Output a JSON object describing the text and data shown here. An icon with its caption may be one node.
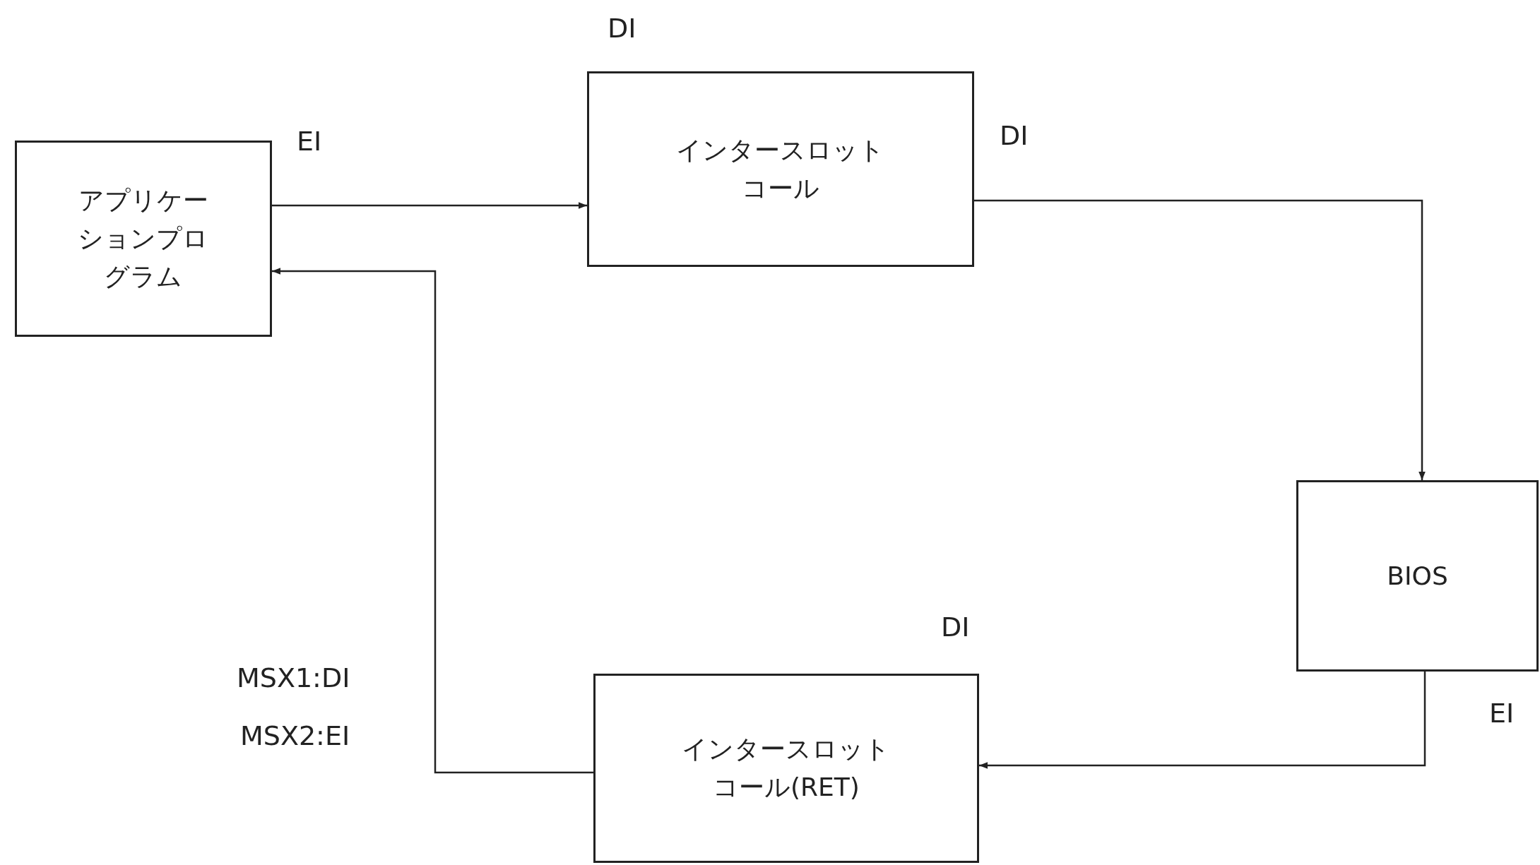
{
  "diagram": {
    "nodes": [
      {
        "text": [
          "アプリケーションプログラム"
        ]
      },
      {
        "text": [
          "インタースロットコール"
        ]
      },
      {
        "text": [
          "BIOS"
        ]
      },
      {
        "text": [
          "インタースロットコール(RET)"
        ]
      }
    ],
    "edges": [
      {
        "from": 0,
        "to": 1,
        "arrow": "to"
      },
      {
        "from": 1,
        "to": 2,
        "arrow": "to"
      },
      {
        "from": 2,
        "to": 3,
        "arrow": "to"
      },
      {
        "from": 3,
        "to": 0,
        "arrow": "to"
      }
    ],
    "labels": [
      "DI",
      "EI",
      "DI",
      "DI",
      "MSX1:DI",
      "MSX2:EI",
      "EI"
    ]
  }
}
